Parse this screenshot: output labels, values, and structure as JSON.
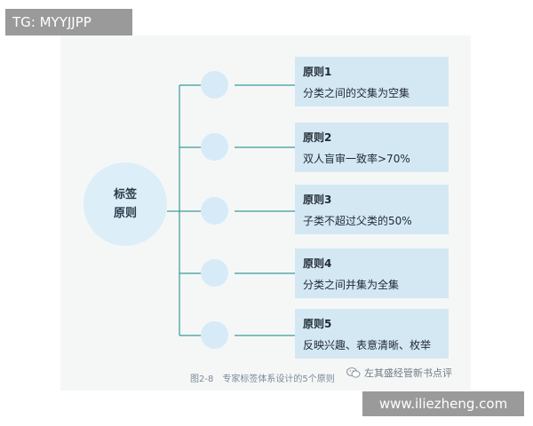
{
  "diagram": {
    "hub_lines": [
      "标签",
      "原则"
    ],
    "principles": [
      {
        "title": "原则1",
        "desc": "分类之间的交集为空集"
      },
      {
        "title": "原则2",
        "desc": "双人盲审一致率>70%"
      },
      {
        "title": "原则3",
        "desc": "子类不超过父类的50%"
      },
      {
        "title": "原则4",
        "desc": "分类之间并集为全集"
      },
      {
        "title": "原则5",
        "desc": "反映兴趣、表意清晰、枚举"
      }
    ],
    "caption": "图2-8　专家标签体系设计的5个原则",
    "wechat_account": "左其盛经管新书点评",
    "wechat_icon": "wechat-icon"
  },
  "overlays": {
    "tg_label": "TG: MYYJJPP",
    "site_label": "www.iliezheng.com"
  },
  "colors": {
    "frame_bg": "#f5f7f7",
    "hub_fill": "#dceef8",
    "node_fill": "#d6ebf7",
    "card_fill": "#d4e8f4",
    "connector": "#3c9a9a",
    "badge_bg": "#9a9a9a"
  }
}
